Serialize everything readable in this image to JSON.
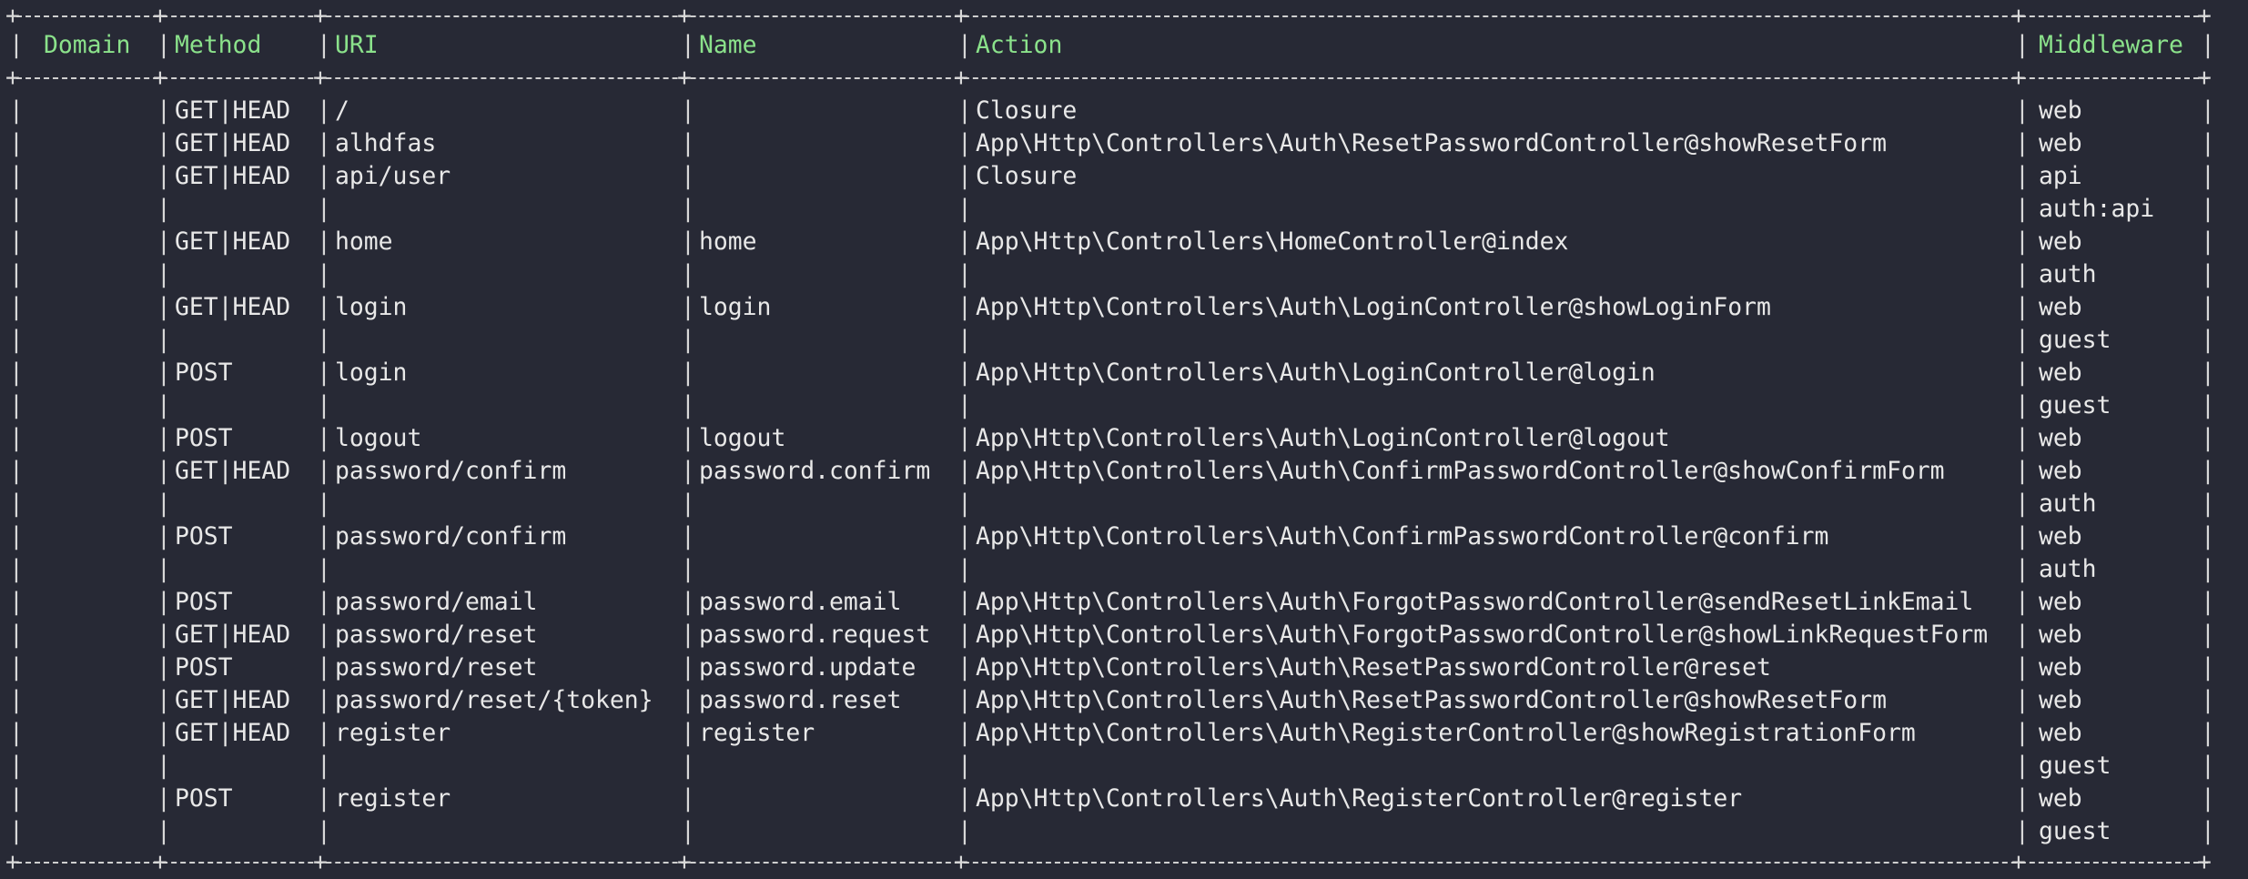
{
  "headers": {
    "domain": "Domain",
    "method": "Method",
    "uri": "URI",
    "name": "Name",
    "action": "Action",
    "middleware": "Middleware"
  },
  "rows": [
    {
      "domain": "",
      "method": "GET|HEAD",
      "uri": "/",
      "name": "",
      "action": "Closure",
      "middleware": "web"
    },
    {
      "domain": "",
      "method": "GET|HEAD",
      "uri": "alhdfas",
      "name": "",
      "action": "App\\Http\\Controllers\\Auth\\ResetPasswordController@showResetForm",
      "middleware": "web"
    },
    {
      "domain": "",
      "method": "GET|HEAD",
      "uri": "api/user",
      "name": "",
      "action": "Closure",
      "middleware": "api"
    },
    {
      "domain": "",
      "method": "",
      "uri": "",
      "name": "",
      "action": "",
      "middleware": "auth:api"
    },
    {
      "domain": "",
      "method": "GET|HEAD",
      "uri": "home",
      "name": "home",
      "action": "App\\Http\\Controllers\\HomeController@index",
      "middleware": "web"
    },
    {
      "domain": "",
      "method": "",
      "uri": "",
      "name": "",
      "action": "",
      "middleware": "auth"
    },
    {
      "domain": "",
      "method": "GET|HEAD",
      "uri": "login",
      "name": "login",
      "action": "App\\Http\\Controllers\\Auth\\LoginController@showLoginForm",
      "middleware": "web"
    },
    {
      "domain": "",
      "method": "",
      "uri": "",
      "name": "",
      "action": "",
      "middleware": "guest"
    },
    {
      "domain": "",
      "method": "POST",
      "uri": "login",
      "name": "",
      "action": "App\\Http\\Controllers\\Auth\\LoginController@login",
      "middleware": "web"
    },
    {
      "domain": "",
      "method": "",
      "uri": "",
      "name": "",
      "action": "",
      "middleware": "guest"
    },
    {
      "domain": "",
      "method": "POST",
      "uri": "logout",
      "name": "logout",
      "action": "App\\Http\\Controllers\\Auth\\LoginController@logout",
      "middleware": "web"
    },
    {
      "domain": "",
      "method": "GET|HEAD",
      "uri": "password/confirm",
      "name": "password.confirm",
      "action": "App\\Http\\Controllers\\Auth\\ConfirmPasswordController@showConfirmForm",
      "middleware": "web"
    },
    {
      "domain": "",
      "method": "",
      "uri": "",
      "name": "",
      "action": "",
      "middleware": "auth"
    },
    {
      "domain": "",
      "method": "POST",
      "uri": "password/confirm",
      "name": "",
      "action": "App\\Http\\Controllers\\Auth\\ConfirmPasswordController@confirm",
      "middleware": "web"
    },
    {
      "domain": "",
      "method": "",
      "uri": "",
      "name": "",
      "action": "",
      "middleware": "auth"
    },
    {
      "domain": "",
      "method": "POST",
      "uri": "password/email",
      "name": "password.email",
      "action": "App\\Http\\Controllers\\Auth\\ForgotPasswordController@sendResetLinkEmail",
      "middleware": "web"
    },
    {
      "domain": "",
      "method": "GET|HEAD",
      "uri": "password/reset",
      "name": "password.request",
      "action": "App\\Http\\Controllers\\Auth\\ForgotPasswordController@showLinkRequestForm",
      "middleware": "web"
    },
    {
      "domain": "",
      "method": "POST",
      "uri": "password/reset",
      "name": "password.update",
      "action": "App\\Http\\Controllers\\Auth\\ResetPasswordController@reset",
      "middleware": "web"
    },
    {
      "domain": "",
      "method": "GET|HEAD",
      "uri": "password/reset/{token}",
      "name": "password.reset",
      "action": "App\\Http\\Controllers\\Auth\\ResetPasswordController@showResetForm",
      "middleware": "web"
    },
    {
      "domain": "",
      "method": "GET|HEAD",
      "uri": "register",
      "name": "register",
      "action": "App\\Http\\Controllers\\Auth\\RegisterController@showRegistrationForm",
      "middleware": "web"
    },
    {
      "domain": "",
      "method": "",
      "uri": "",
      "name": "",
      "action": "",
      "middleware": "guest"
    },
    {
      "domain": "",
      "method": "POST",
      "uri": "register",
      "name": "",
      "action": "App\\Http\\Controllers\\Auth\\RegisterController@register",
      "middleware": "web"
    },
    {
      "domain": "",
      "method": "",
      "uri": "",
      "name": "",
      "action": "",
      "middleware": "guest"
    }
  ],
  "symbols": {
    "pipe": "|",
    "corner": "+"
  },
  "colors": {
    "background": "#272935",
    "header_text": "#8be28b",
    "body_text": "#e8e8e8"
  }
}
